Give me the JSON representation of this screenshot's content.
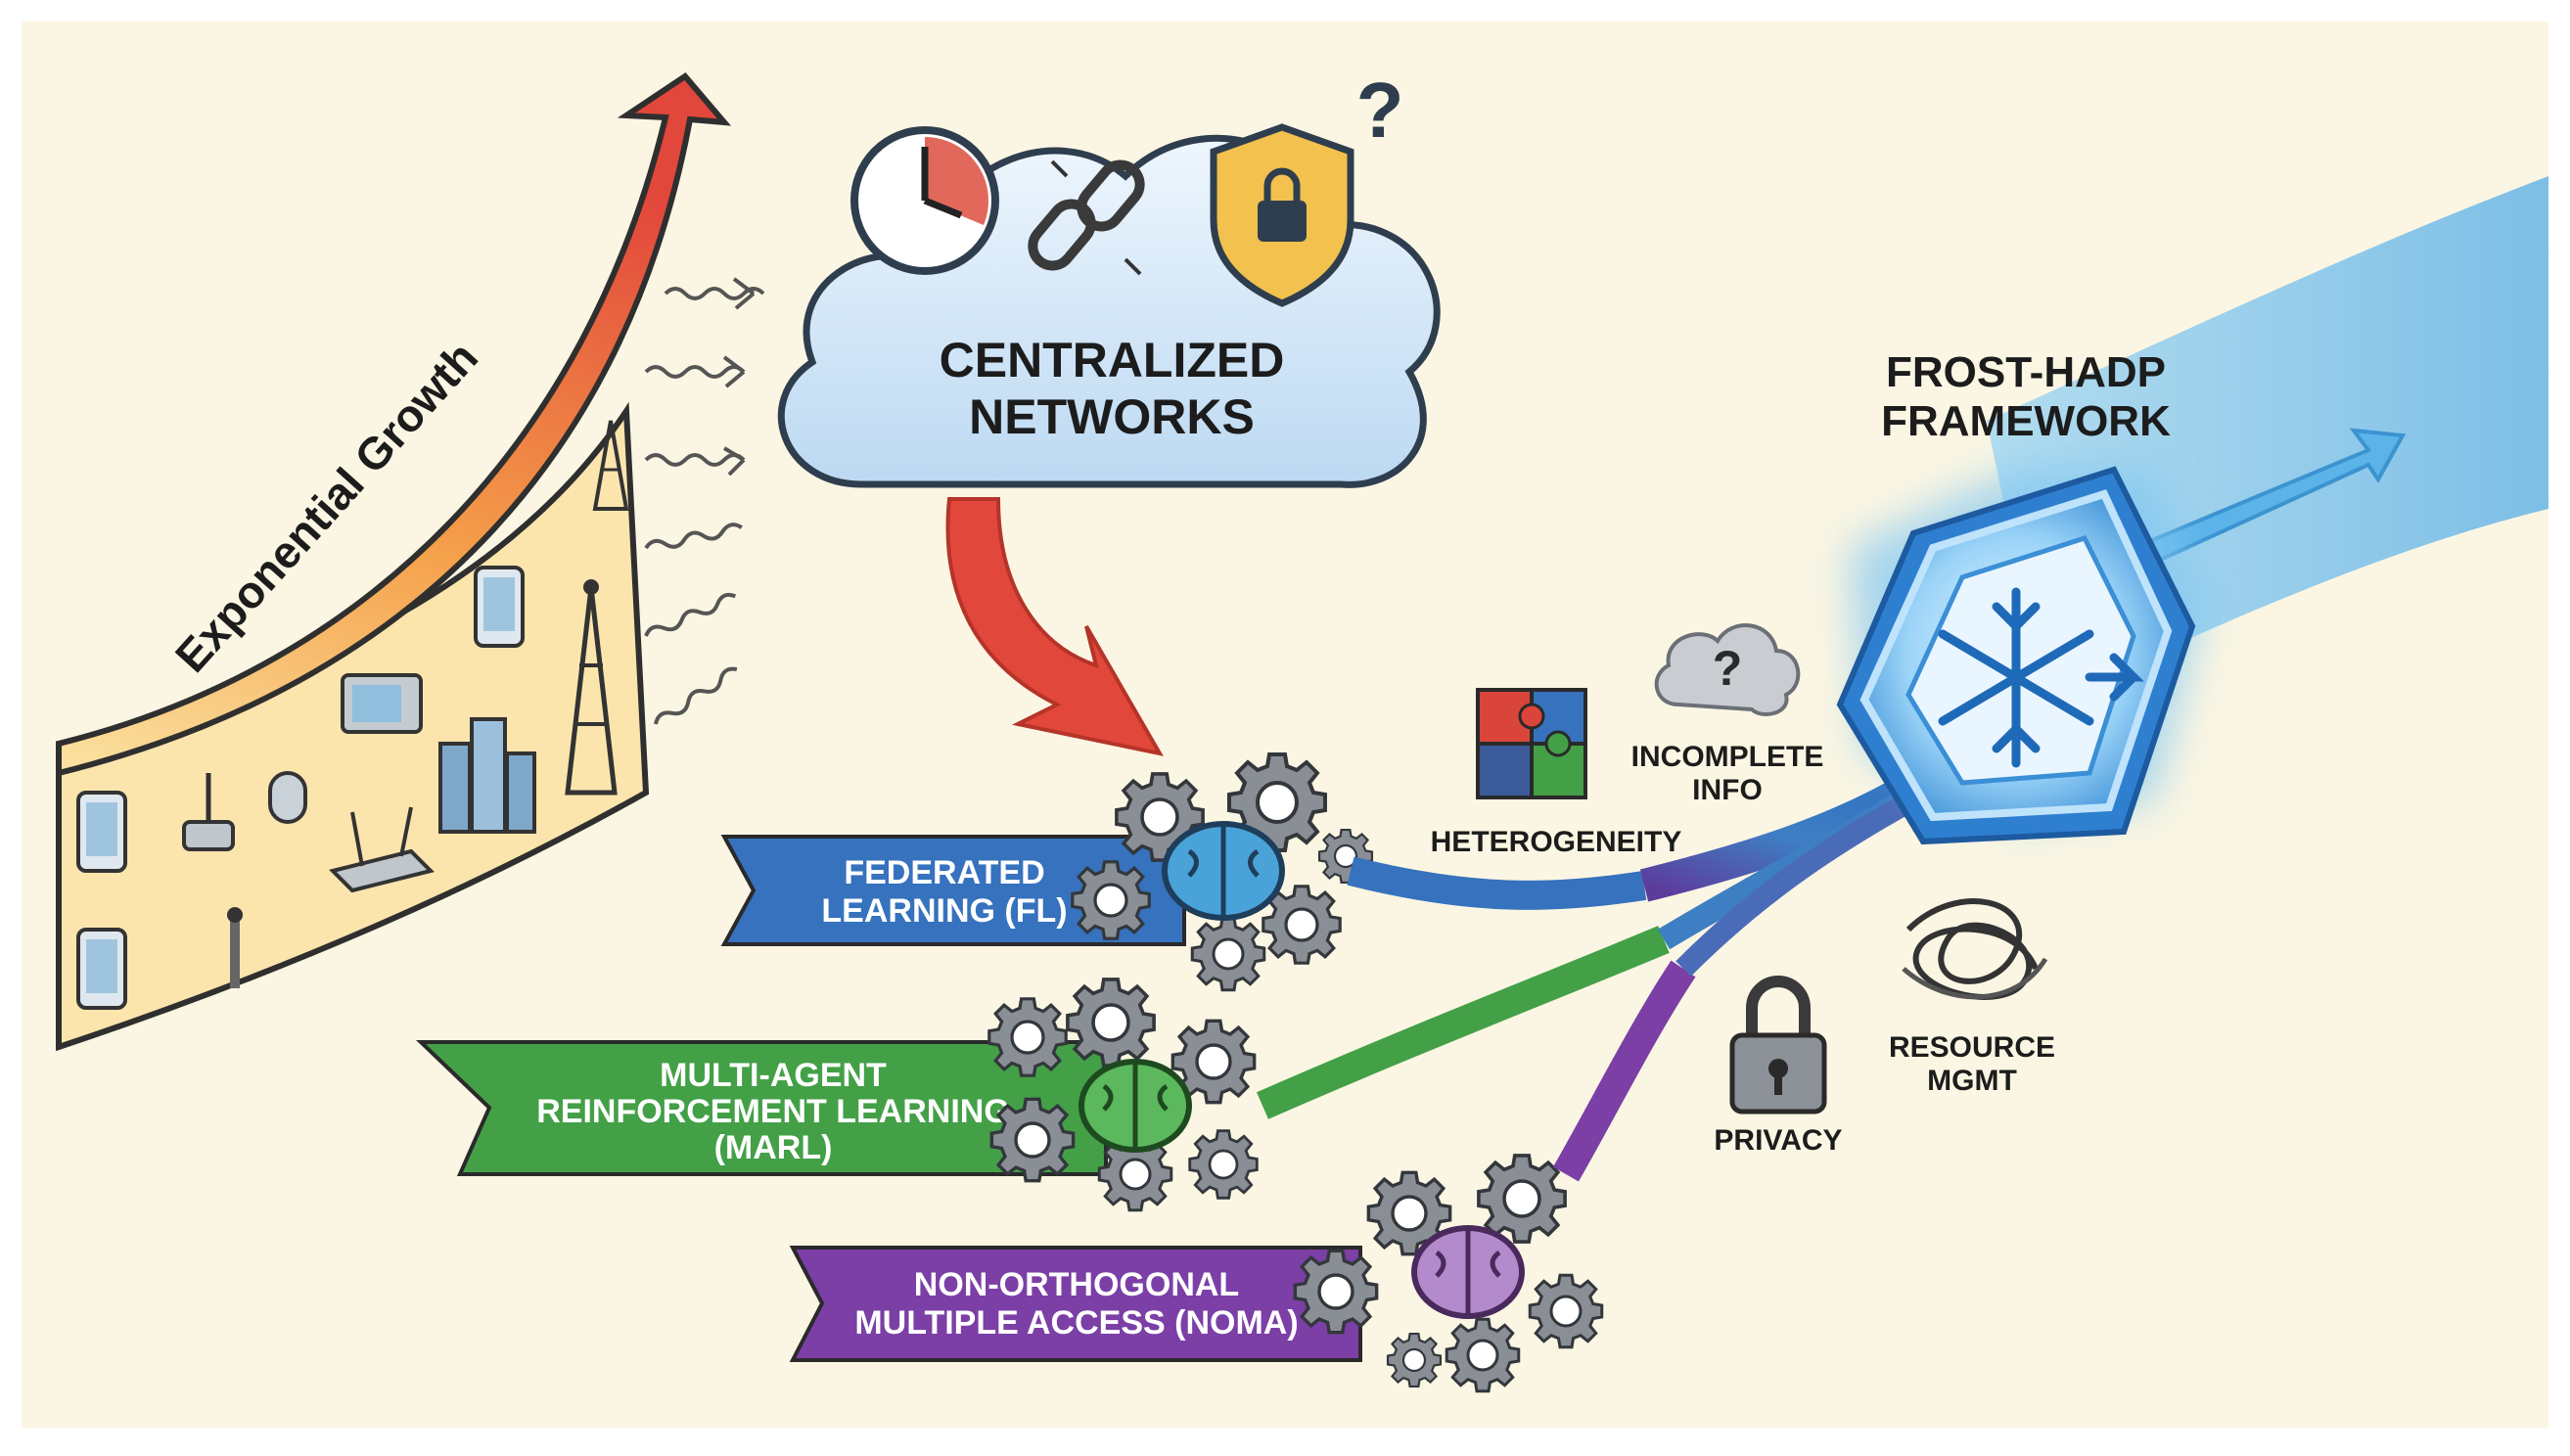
{
  "diagram": {
    "growth_label": "Exponential Growth",
    "cloud": {
      "line1": "CENTRALIZED",
      "line2": "NETWORKS",
      "badge": "?"
    },
    "framework": {
      "line1": "FROST-HADP",
      "line2": "FRAMEWORK"
    },
    "banners": {
      "fl": {
        "line1": "FEDERATED",
        "line2": "LEARNING (FL)"
      },
      "marl": {
        "line1": "MULTI-AGENT",
        "line2": "REINFORCEMENT LEARNING",
        "line3": "(MARL)"
      },
      "noma": {
        "line1": "NON-ORTHOGONAL",
        "line2": "MULTIPLE ACCESS (NOMA)"
      }
    },
    "challenges": {
      "heterogeneity": "HETEROGENEITY",
      "incomplete": {
        "line1": "INCOMPLETE",
        "line2": "INFO",
        "badge": "?"
      },
      "privacy": "PRIVACY",
      "resource": {
        "line1": "RESOURCE",
        "line2": "MGMT"
      }
    },
    "colors": {
      "background": "#fbf6e3",
      "growth_red": "#e2473b",
      "growth_orange": "#f5a04a",
      "fl_blue": "#3672bd",
      "marl_green": "#43a047",
      "noma_purple": "#7b3fa6",
      "framework_blue": "#5aaee8",
      "cloud_fill": "#d8e9f8"
    },
    "icons": [
      "clock-icon",
      "broken-link-icon",
      "shield-lock-icon",
      "question-icon",
      "gear-icon",
      "brain-icon",
      "puzzle-icon",
      "cloud-question-icon",
      "padlock-icon",
      "tangle-icon",
      "snowflake-icon",
      "smartphone-icon",
      "router-icon",
      "tv-icon",
      "tower-icon",
      "city-icon"
    ]
  }
}
